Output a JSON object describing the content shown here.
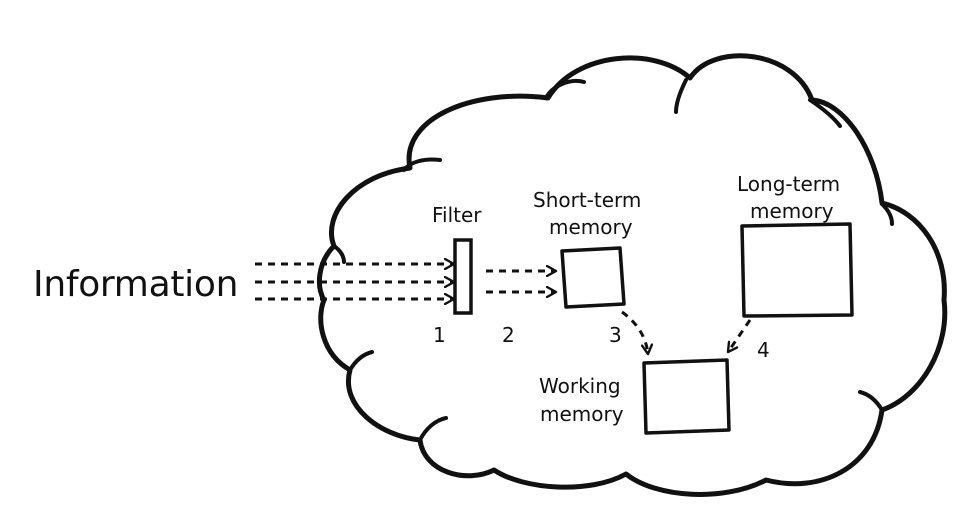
{
  "diagram": {
    "information_label": "Information",
    "filter_label": "Filter",
    "short_term": {
      "line1": "Short-term",
      "line2": "memory"
    },
    "long_term": {
      "line1": "Long-term",
      "line2": "memory"
    },
    "working": {
      "line1": "Working",
      "line2": "memory"
    },
    "steps": [
      "1",
      "2",
      "3",
      "4"
    ],
    "stroke_color": "#111111",
    "background_color": "#ffffff"
  }
}
